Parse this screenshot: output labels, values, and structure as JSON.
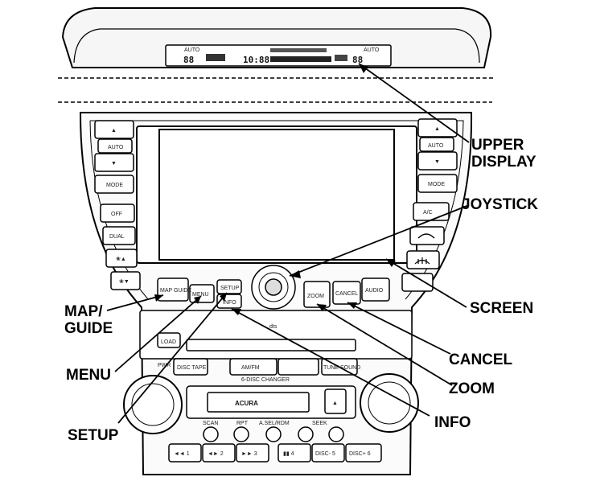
{
  "callouts": {
    "upper_display": "UPPER\nDISPLAY",
    "joystick": "JOYSTICK",
    "screen": "SCREEN",
    "cancel": "CANCEL",
    "zoom": "ZOOM",
    "info": "INFO",
    "map_guide": "MAP/\nGUIDE",
    "menu": "MENU",
    "setup": "SETUP"
  },
  "buttons": {
    "up": "▲",
    "auto": "AUTO",
    "down": "▼",
    "mode": "MODE",
    "off": "OFF",
    "dual": "DUAL",
    "fan_up": "❀▲",
    "fan_down": "❀▼",
    "ac": "A/C",
    "map_guide": "MAP GUIDE",
    "menu": "MENU",
    "setup": "SETUP",
    "info": "INFO",
    "zoom": "ZOOM",
    "cancel": "CANCEL",
    "audio": "AUDIO",
    "load": "LOAD",
    "disc_tape": "DISC TAPE",
    "am_fm": "AM/FM",
    "tune_sound": "TUNE SOUND",
    "pwr": "PWR",
    "scan": "SCAN",
    "rpt": "RPT",
    "rdm": "A.SEL/RDM",
    "seek": "SEEK",
    "eject": "▲",
    "preset1": "◄◄ 1",
    "preset2": "◄► 2",
    "preset3": "►► 3",
    "preset4": "▮▮ 4",
    "preset5": "DISC- 5",
    "preset6": "DISC+ 6"
  },
  "labels": {
    "upper_display_left": "88",
    "upper_display_time": "10:88",
    "upper_display_right": "88",
    "upper_display_auto_left": "AUTO",
    "upper_display_auto_right": "AUTO",
    "brand": "ACURA",
    "changer": "6-DISC CHANGER",
    "dts": "dts"
  }
}
